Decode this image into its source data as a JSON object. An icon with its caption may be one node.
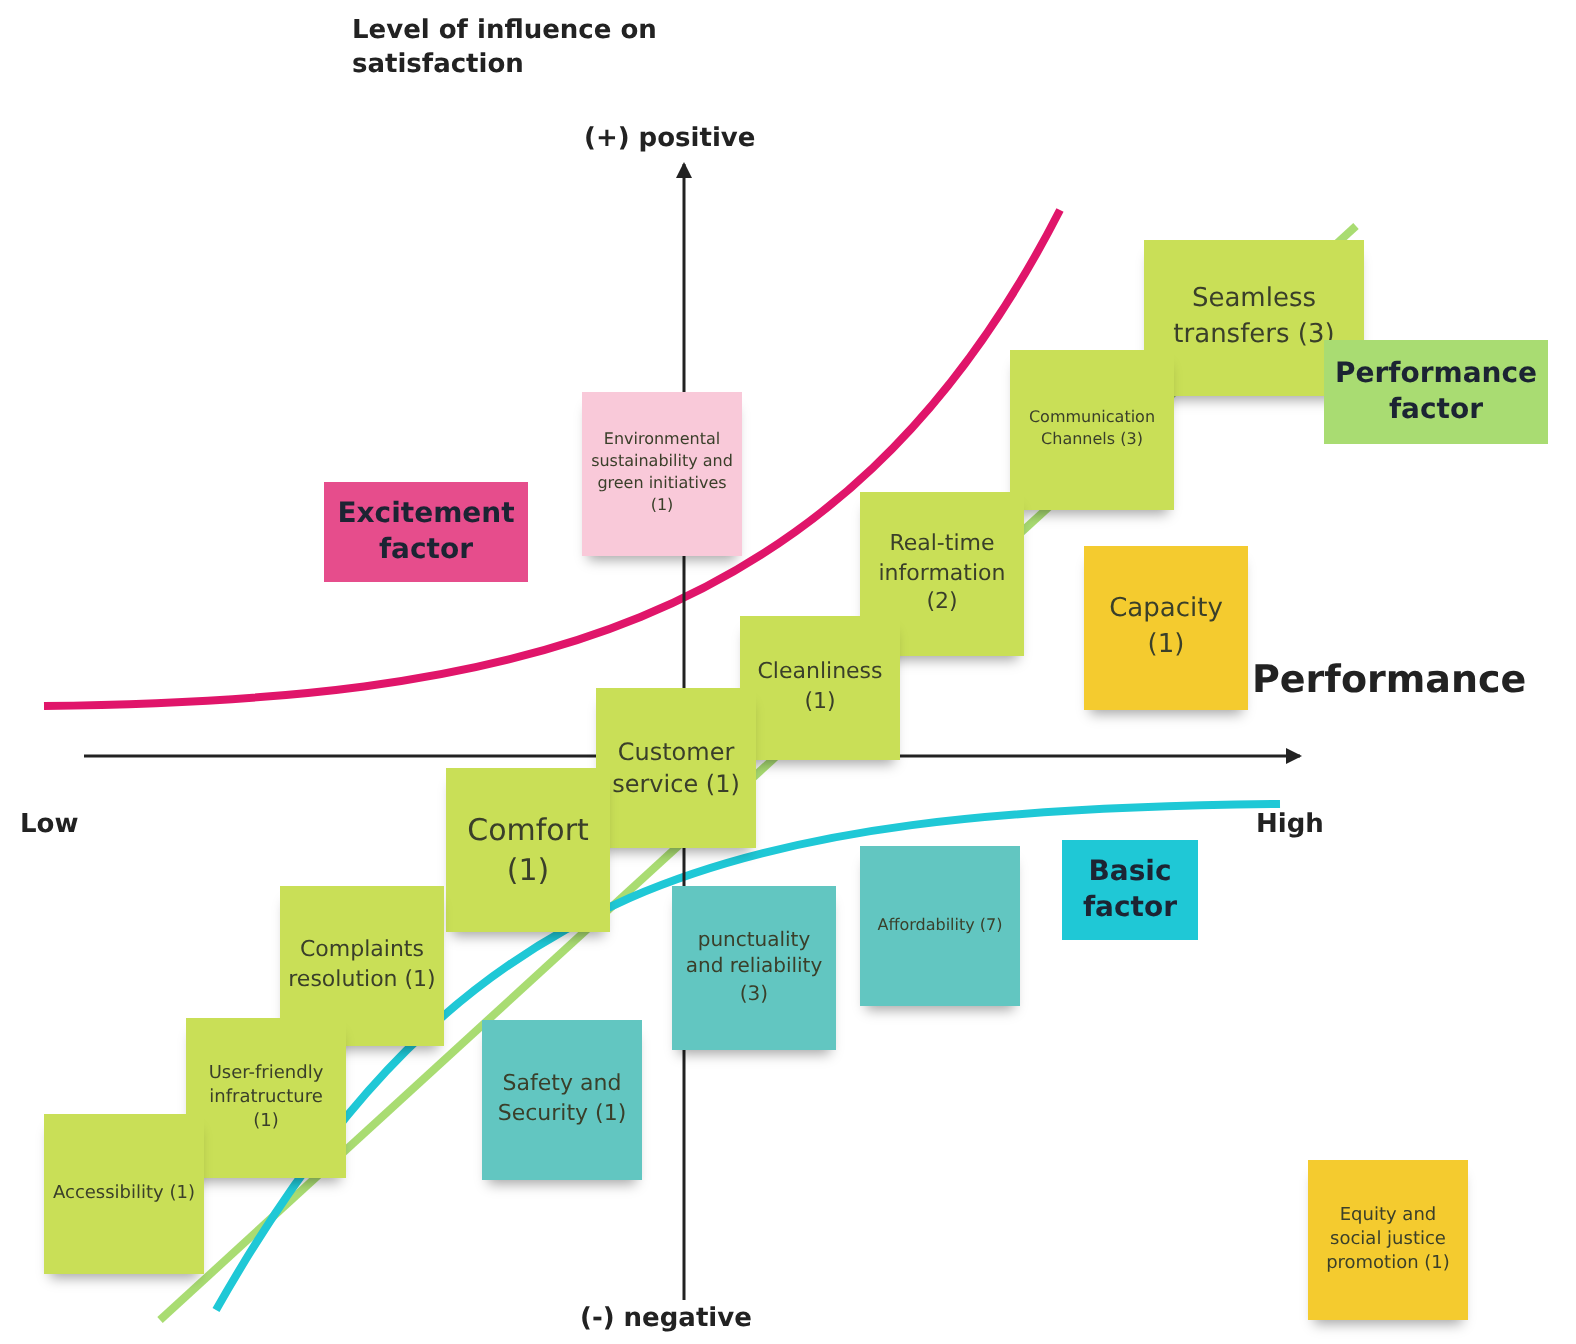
{
  "diagram": {
    "nodes": [
      {
        "text": [
          "Seamless transfers (3)"
        ]
      },
      {
        "text": [
          "Communication Channels (3)"
        ]
      },
      {
        "text": [
          "Performance factor"
        ]
      },
      {
        "text": [
          "Environmental sustainability and green initiatives (1)"
        ]
      },
      {
        "text": [
          "Excitement factor"
        ]
      },
      {
        "text": [
          "Real-time information (2)"
        ]
      },
      {
        "text": [
          "Capacity (1)"
        ]
      },
      {
        "text": [
          "Cleanliness (1)"
        ]
      },
      {
        "text": [
          "Customer service (1)"
        ]
      },
      {
        "text": [
          "Comfort (1)"
        ]
      },
      {
        "text": [
          "Affordability (7)"
        ]
      },
      {
        "text": [
          "Basic factor"
        ]
      },
      {
        "text": [
          "Complaints resolution (1)"
        ]
      },
      {
        "text": [
          "punctuality and reliability (3)"
        ]
      },
      {
        "text": [
          "User-friendly infratructure (1)"
        ]
      },
      {
        "text": [
          "Safety and Security (1)"
        ]
      },
      {
        "text": [
          "Accessibility (1)"
        ]
      },
      {
        "text": [
          "Equity and social justice promotion (1)"
        ]
      }
    ],
    "labels": [
      "Level of influence on satisfaction",
      "(+) positive",
      "Performance",
      "Low",
      "High",
      "(-) negative"
    ]
  }
}
